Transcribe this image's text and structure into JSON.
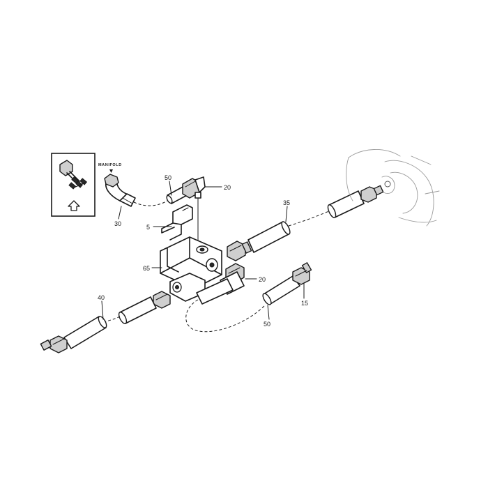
{
  "inset": {
    "manifold_label": "MANIFOLD"
  },
  "callouts": {
    "p50_top": "50",
    "p20_top": "20",
    "p30": "30",
    "p5": "5",
    "p65": "65",
    "p35": "35",
    "p20_mid": "20",
    "p40": "40",
    "p15": "15",
    "p50_bottom": "50"
  },
  "icons": [
    "inset-zoom-icon",
    "up-arrow-icon"
  ],
  "colors": {
    "ink": "#1a1a1a",
    "hex_fill": "#cfcfcf",
    "background": "#ffffff"
  }
}
